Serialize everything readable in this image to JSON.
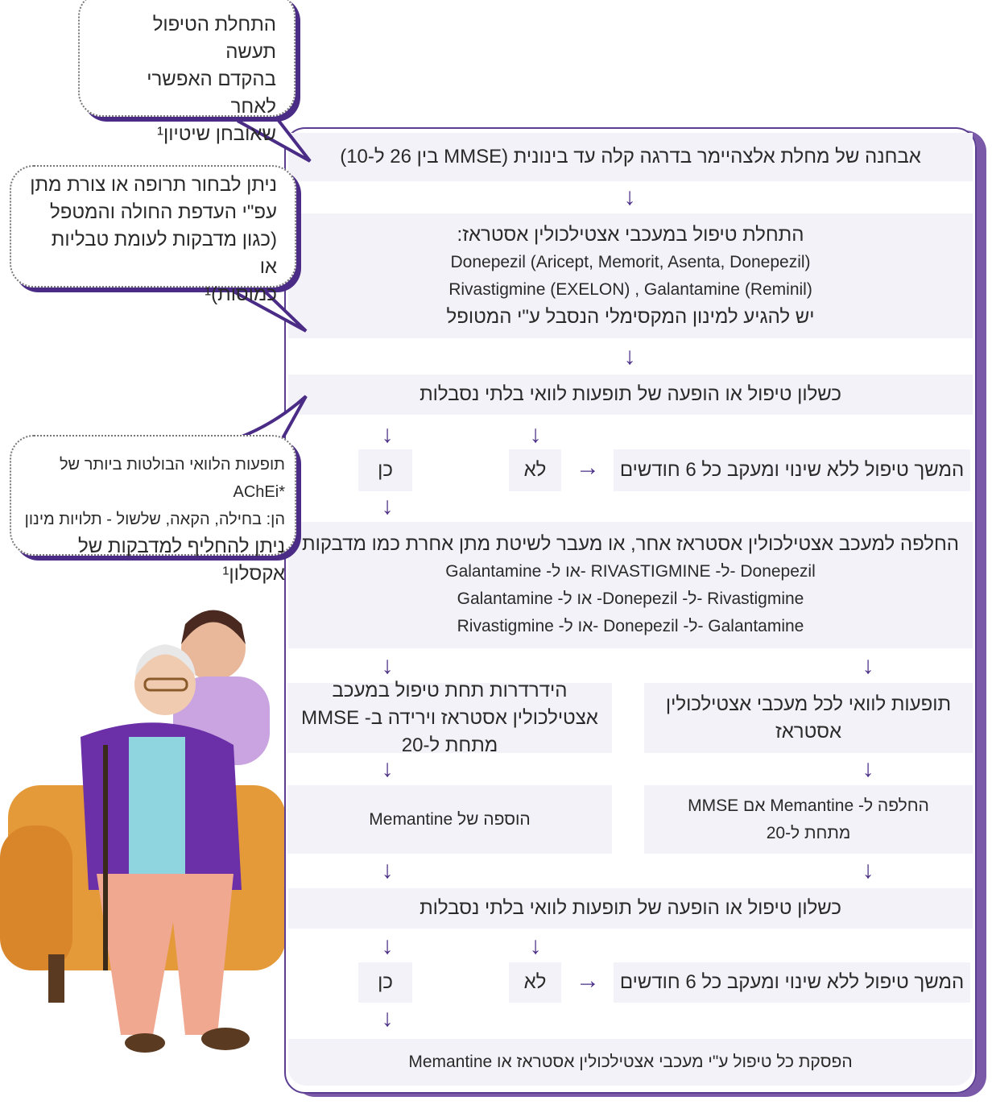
{
  "bubbles": [
    {
      "lines": [
        "התחלת הטיפול תעשה",
        "בהקדם האפשרי לאחר",
        "שאובחן שיטיון¹"
      ]
    },
    {
      "lines": [
        "ניתן לבחור תרופה או צורת מתן",
        "עפ\"י העדפת החולה והמטפל",
        "(כגון מדבקות לעומת טבליות או",
        "כמוסות)¹"
      ]
    },
    {
      "lines": [
        "תופעות הלוואי הבולטות ביותר של *AChEi",
        "הן: בחילה, הקאה, שלשול - תלויות מינון",
        "ניתן להחליף למדבקות של אקסלון¹"
      ]
    }
  ],
  "flow": {
    "diagnosis": "אבחנה של מחלת אלצהיימר בדרגה קלה עד בינונית (MMSE  בין 26 ל-10)",
    "start": {
      "title": "התחלת טיפול במעכבי אצטילכולין אסטראז:",
      "drugs1": "Donepezil (Aricept, Memorit, Asenta, Donepezil)",
      "drugs2": "Rivastigmine (EXELON) , Galantamine (Reminil)",
      "note": "יש להגיע למינון המקסימלי הנסבל ע\"י המטופל"
    },
    "failure": "כשלון טיפול או הופעה של תופעות לוואי בלתי נסבלות",
    "yes": "כן",
    "no": "לא",
    "continue": "המשך טיפול ללא שינוי ומעקב כל 6 חודשים",
    "switch": {
      "title": "החלפה למעכב אצטילכולין אסטראז אחר, או מעבר לשיטת מתן אחרת כמו מדבקות",
      "l1": "Donepezil -ל- RIVASTIGMINE -או ל- Galantamine",
      "l2": "Rivastigmine -ל- Donepezil- או ל- Galantamine",
      "l3": "Galantamine -ל- Donepezil -או ל- Rivastigmine"
    },
    "decline": "הידרדרות תחת טיפול במעכב אצטילכולין אסטראז וירידה ב- MMSE מתחת ל-20",
    "side_effects": "תופעות לוואי לכל מעכבי אצטילכולין אסטראז",
    "add_memantine": "הוספה של Memantine",
    "switch_memantine": "החלפה ל- Memantine אם MMSE מתחת ל-20",
    "failure2": "כשלון טיפול או הופעה של תופעות לוואי בלתי נסבלות",
    "stop": "הפסקת כל טיפול ע\"י מעכבי אצטילכולין אסטראז או Memantine"
  },
  "colors": {
    "accent": "#4b2f88",
    "band": "#f3f2f8"
  }
}
